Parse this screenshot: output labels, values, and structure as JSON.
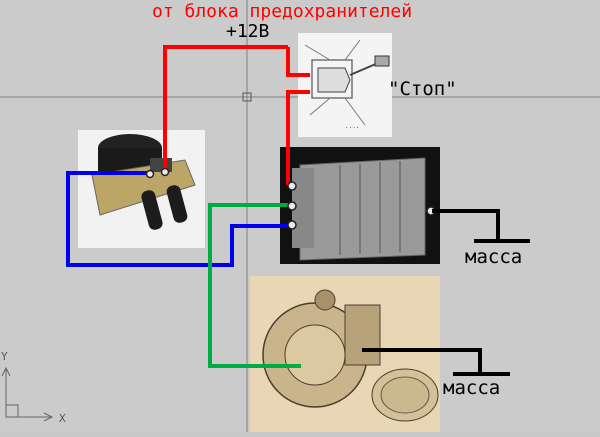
{
  "header": {
    "fuse_block_label": "от блока предохранителей",
    "plus12_label": "+12В"
  },
  "labels": {
    "stop": "\"Стоп\"",
    "ground_1": "масса",
    "ground_2": "масса"
  },
  "ucs": {
    "x_axis": "X",
    "y_axis": "Y"
  },
  "colors": {
    "red_wire": "#ff0000",
    "blue_wire": "#0000ee",
    "green_wire": "#00aa44",
    "black_wire": "#000000",
    "title_text": "#ff0000",
    "canvas_bg": "#cbcbcb"
  },
  "icons": [
    "ignition-coil-photo",
    "ignition-switch-drawing",
    "switch-module-photo",
    "distributor-drawing",
    "ucs-axes-icon",
    "crosshair-cursor-icon"
  ]
}
